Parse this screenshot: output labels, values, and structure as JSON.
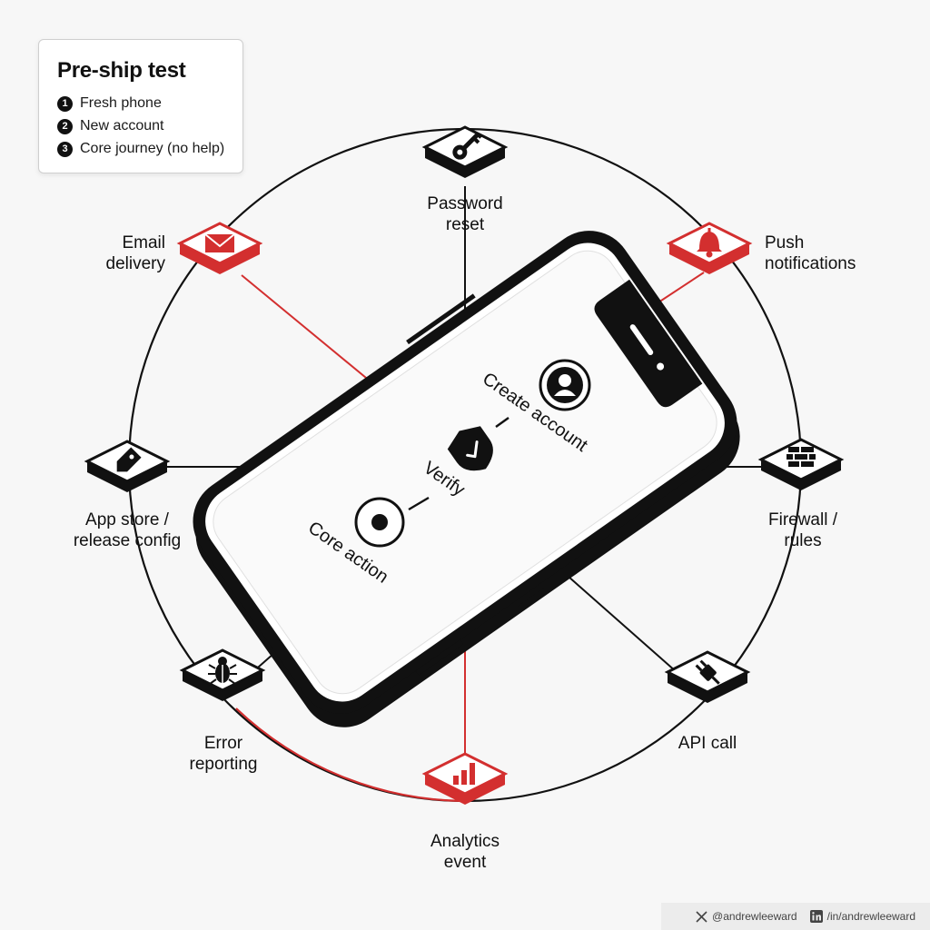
{
  "card": {
    "title": "Pre-ship test",
    "steps": [
      {
        "num": "1",
        "label": "Fresh phone"
      },
      {
        "num": "2",
        "label": "New account"
      },
      {
        "num": "3",
        "label": "Core journey (no help)"
      }
    ]
  },
  "nodes": {
    "password_reset": {
      "line1": "Password",
      "line2": "reset",
      "icon": "key-icon"
    },
    "push_notifications": {
      "line1": "Push",
      "line2": "notifications",
      "icon": "bell-icon"
    },
    "firewall_rules": {
      "line1": "Firewall /",
      "line2": "rules",
      "icon": "brick-wall-icon"
    },
    "api_call": {
      "line1": "API call",
      "icon": "plug-icon"
    },
    "analytics_event": {
      "line1": "Analytics",
      "line2": "event",
      "icon": "bar-chart-icon"
    },
    "error_reporting": {
      "line1": "Error",
      "line2": "reporting",
      "icon": "bug-icon"
    },
    "app_store_release_config": {
      "line1": "App store /",
      "line2": "release config",
      "icon": "tag-icon"
    },
    "email_delivery": {
      "line1": "Email",
      "line2": "delivery",
      "icon": "envelope-icon"
    }
  },
  "phone": {
    "flow": [
      {
        "label": "Create account",
        "icon": "user-avatar-icon"
      },
      {
        "label": "Verify",
        "icon": "shield-check-icon"
      },
      {
        "label": "Core action",
        "icon": "target-icon"
      }
    ]
  },
  "colors": {
    "accent": "#d32f2f",
    "ink": "#111111",
    "background": "#f7f7f7"
  },
  "footer": {
    "x_handle": "@andrewleeward",
    "linkedin_handle": "/in/andrewleeward"
  }
}
